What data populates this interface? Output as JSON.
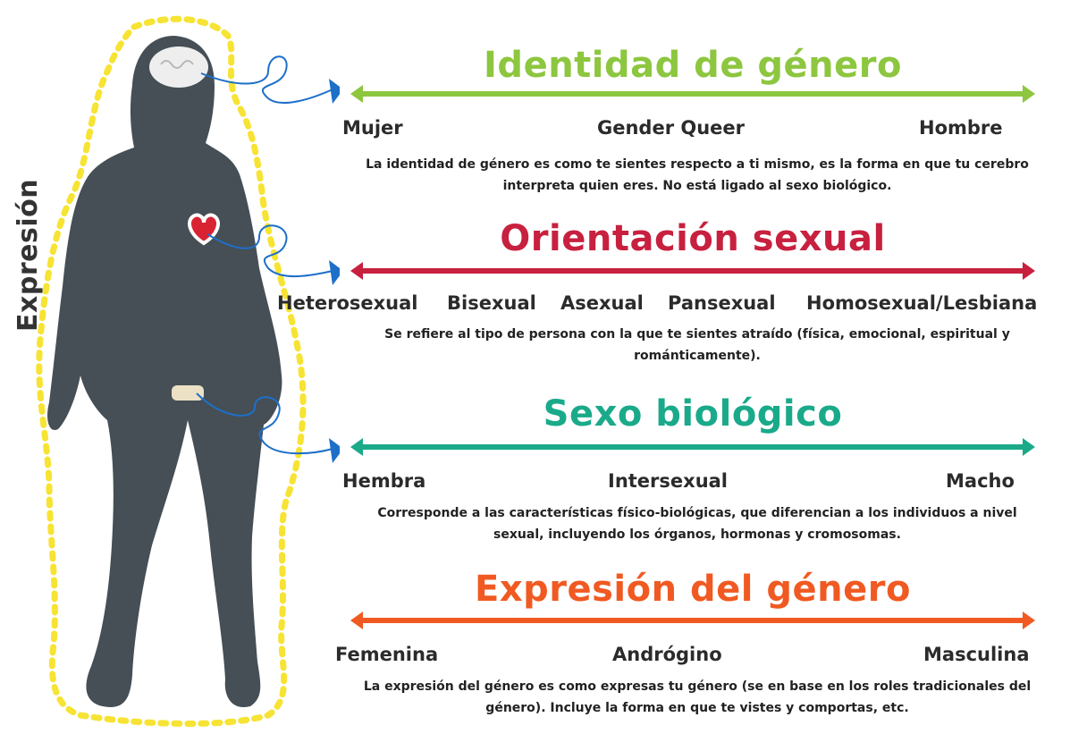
{
  "side_label": "Expresión",
  "colors": {
    "green": "#8dc63f",
    "crimson": "#c8203f",
    "teal": "#1aaa8a",
    "orange": "#f05a22",
    "figure": "#454f55",
    "outline": "#f7e333",
    "connector": "#1e6fc8"
  },
  "sections": [
    {
      "title": "Identidad de género",
      "labels": [
        "Mujer",
        "Gender Queer",
        "Hombre"
      ],
      "description": "La identidad de género es como te sientes respecto a ti mismo, es la forma en que tu cerebro interpreta quien eres. No está ligado al sexo biológico."
    },
    {
      "title": "Orientación sexual",
      "labels": [
        "Heterosexual",
        "Bisexual",
        "Asexual",
        "Pansexual",
        "Homosexual/Lesbiana"
      ],
      "description": "Se refiere al tipo de persona con la que te sientes atraído (física, emocional, espiritual y románticamente)."
    },
    {
      "title": "Sexo biológico",
      "labels": [
        "Hembra",
        "Intersexual",
        "Macho"
      ],
      "description": "Corresponde a las características físico-biológicas, que diferencian a los individuos a nivel sexual, incluyendo los órganos, hormonas y cromosomas."
    },
    {
      "title": "Expresión del género",
      "labels": [
        "Femenina",
        "Andrógino",
        "Masculina"
      ],
      "description": "La expresión del género es como expresas tu género (se en base en los roles tradicionales del género). Incluye la forma en que te vistes y comportas, etc."
    }
  ]
}
